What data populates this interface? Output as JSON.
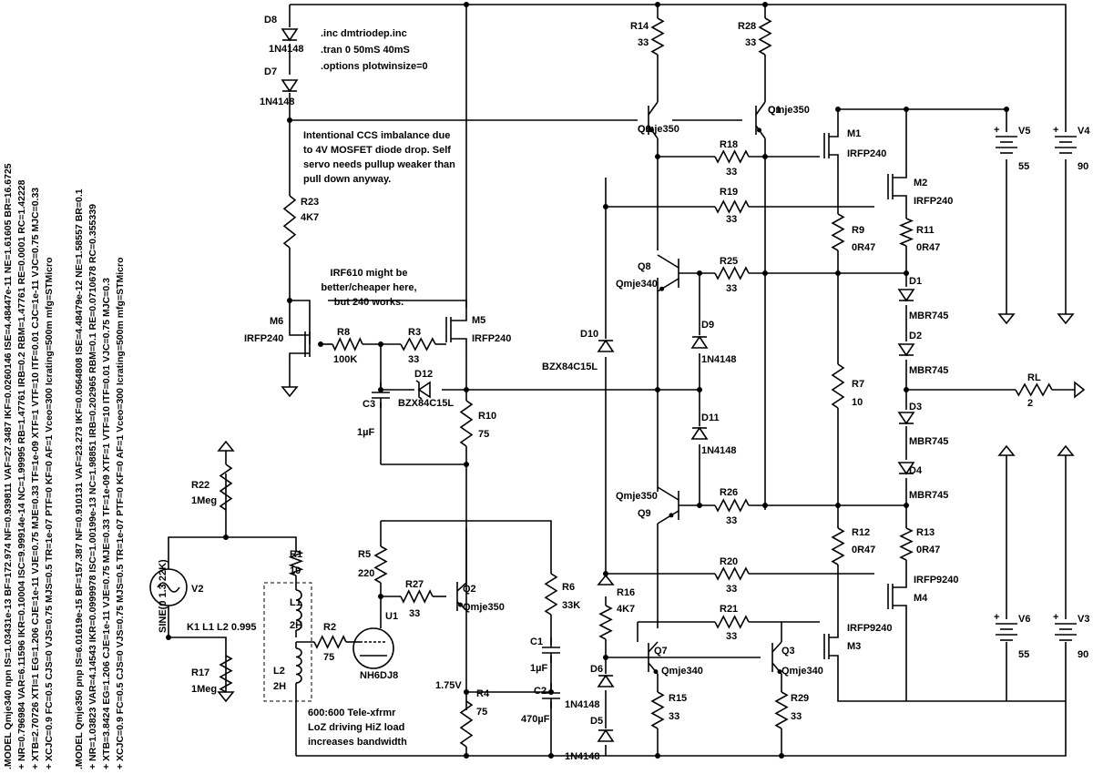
{
  "model_lines": [
    ".MODEL Qmje340 npn IS=1.03431e-13 BF=172.974 NF=0.939811 VAF=27.3487 IKF=0.0260146 ISE=4.48447e-11 NE=1.61605 BR=16.6725",
    "+ NR=0.796984 VAR=6.11596 IKR=0.10004 ISC=9.99914e-14 NC=1.99995 RB=1.47761 IRB=0.2 RBM=1.47761 RE=0.0001 RC=1.42228",
    "+ XTB=2.70726 XTI=1 EG=1.206 CJE=1e-11 VJE=0.75 MJE=0.33 TF=1e-09 XTF=1 VTF=10 ITF=0.01 CJC=1e-11 VJC=0.75 MJC=0.33",
    "+ XCJC=0.9 FC=0.5 CJS=0 VJS=0.75 MJS=0.5 TR=1e-07 PTF=0 KF=0 AF=1 Vceo=300 Icrating=500m mfg=STMicro",
    ".MODEL Qmje350 pnp IS=6.01619e-15 BF=157.387 NF=0.910131 VAF=23.273 IKF=0.0564808 ISE=4.48479e-12 NE=1.58557 BR=0.1",
    "+ NR=1.03823 VAR=4.14543 IKR=0.0999978 ISC=1.00199e-13 NC=1.98851 IRB=0.202965 RBM=0.1 RE=0.0710678 RC=0.355339",
    "+ XTB=3.8424 EG=1.206 CJE=1e-11 VJE=0.75 MJE=0.33 TF=1e-09 XTF=1 VTF=10 ITF=0.01 VJC=0.75 MJC=0.3",
    "+ XCJC=0.9 FC=0.5 CJS=0 VJS=0.75 MJS=0.5 TR=1e-07 PTF=0 KF=0 AF=1 Vceo=300 Icrating=500m mfg=STMicro"
  ],
  "directives": [
    ".inc dmtriodep.inc",
    ".tran 0 50mS 40mS",
    ".options plotwinsize=0"
  ],
  "notes": {
    "ccs": [
      "Intentional CCS imbalance due",
      "to 4V MOSFET diode drop. Self",
      "servo needs pullup weaker than",
      "pull down anyway."
    ],
    "irf610": [
      "IRF610 might be",
      "better/cheaper here,",
      "but 240 works."
    ],
    "xfmr": [
      "600:600 Tele-xfrmr",
      "LoZ driving HiZ load",
      "increases bandwidth"
    ],
    "coupling": "K1 L1 L2 0.995",
    "source": "SINE(0 1.3 22K)",
    "node_v": "1.75V"
  },
  "labels": [
    {
      "k": "D8",
      "v": "1N4148"
    },
    {
      "k": "D7",
      "v": "1N4148"
    },
    {
      "k": "R23",
      "v": "4K7"
    },
    {
      "k": "M6",
      "v": "IRFP240"
    },
    {
      "k": "R8",
      "v": "100K"
    },
    {
      "k": "R3",
      "v": "33"
    },
    {
      "k": "M5",
      "v": "IRFP240"
    },
    {
      "k": "D12",
      "v": "BZX84C15L"
    },
    {
      "k": "C3",
      "v": "1µF"
    },
    {
      "k": "R10",
      "v": "75"
    },
    {
      "k": "R22",
      "v": "1Meg"
    },
    {
      "k": "V2",
      "v": ""
    },
    {
      "k": "R1",
      "v": "10"
    },
    {
      "k": "L1",
      "v": "2H"
    },
    {
      "k": "L2",
      "v": "2H"
    },
    {
      "k": "R17",
      "v": "1Meg"
    },
    {
      "k": "R2",
      "v": "75"
    },
    {
      "k": "U1",
      "v": "NH6DJ8"
    },
    {
      "k": "R5",
      "v": "220"
    },
    {
      "k": "R27",
      "v": "33"
    },
    {
      "k": "Q2",
      "v": "Qmje350"
    },
    {
      "k": "R6",
      "v": "33K"
    },
    {
      "k": "C1",
      "v": "1µF"
    },
    {
      "k": "C2",
      "v": "470µF"
    },
    {
      "k": "R4",
      "v": "75"
    },
    {
      "k": "R14",
      "v": "33"
    },
    {
      "k": "R28",
      "v": "33"
    },
    {
      "k": "Q6",
      "v": "Qmje350"
    },
    {
      "k": "Q1",
      "v": "Qmje350"
    },
    {
      "k": "R18",
      "v": "33"
    },
    {
      "k": "R19",
      "v": "33"
    },
    {
      "k": "M1",
      "v": "IRFP240"
    },
    {
      "k": "M2",
      "v": "IRFP240"
    },
    {
      "k": "R9",
      "v": "0R47"
    },
    {
      "k": "R11",
      "v": "0R47"
    },
    {
      "k": "Q8",
      "v": "Qmje340"
    },
    {
      "k": "R25",
      "v": "33"
    },
    {
      "k": "D9",
      "v": "1N4148"
    },
    {
      "k": "D10",
      "v": "BZX84C15L"
    },
    {
      "k": "D11",
      "v": "1N4148"
    },
    {
      "k": "R7",
      "v": "10"
    },
    {
      "k": "D1",
      "v": "MBR745"
    },
    {
      "k": "D2",
      "v": "MBR745"
    },
    {
      "k": "D3",
      "v": "MBR745"
    },
    {
      "k": "D4",
      "v": "MBR745"
    },
    {
      "k": "RL",
      "v": "2"
    },
    {
      "k": "Q9",
      "v": "Qmje350"
    },
    {
      "k": "R26",
      "v": "33"
    },
    {
      "k": "R12",
      "v": "0R47"
    },
    {
      "k": "R13",
      "v": "0R47"
    },
    {
      "k": "R20",
      "v": "33"
    },
    {
      "k": "M4",
      "v": "IRFP9240"
    },
    {
      "k": "R21",
      "v": "33"
    },
    {
      "k": "M3",
      "v": "IRFP9240"
    },
    {
      "k": "R16",
      "v": "4K7"
    },
    {
      "k": "D6",
      "v": "1N4148"
    },
    {
      "k": "D5",
      "v": "1N4148"
    },
    {
      "k": "Q7",
      "v": "Qmje340"
    },
    {
      "k": "Q3",
      "v": "Qmje340"
    },
    {
      "k": "R15",
      "v": "33"
    },
    {
      "k": "R29",
      "v": "33"
    },
    {
      "k": "V5",
      "v": "55"
    },
    {
      "k": "V4",
      "v": "90"
    },
    {
      "k": "V6",
      "v": "55"
    },
    {
      "k": "V3",
      "v": "90"
    }
  ]
}
